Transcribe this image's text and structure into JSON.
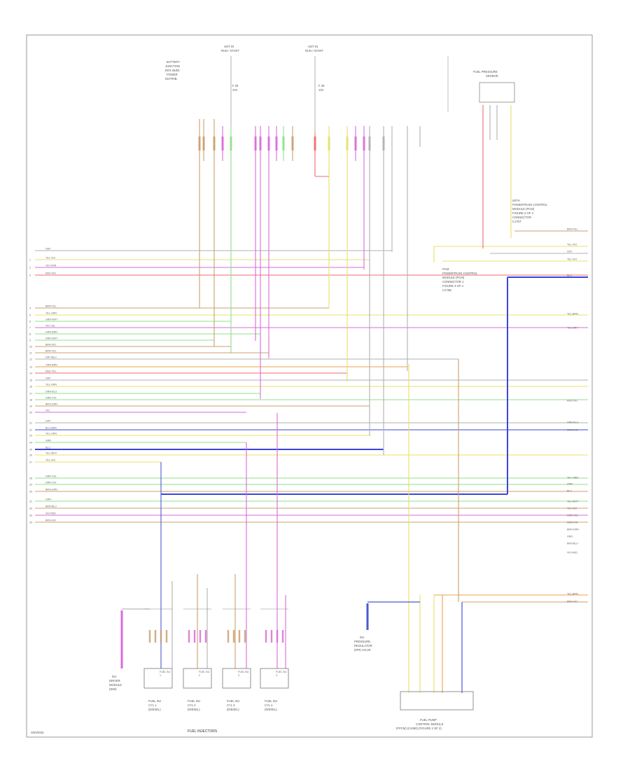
{
  "diagram": {
    "code": "SW10023",
    "top_labels": {
      "hot_left": [
        "HOT IN",
        "RUN / START"
      ],
      "hot_right": [
        "HOT IN",
        "RUN / START"
      ],
      "relay_note": [
        "BATTERY",
        "JUNCTION",
        "BOX (BJB)",
        "POWER",
        "DISTRIB."
      ],
      "fuel_pressure_sensor": [
        "FUEL PRESSURE",
        "SENSOR"
      ],
      "fuse_left": [
        "F 25",
        "10A"
      ],
      "fuse_right": [
        "F 26",
        "10A"
      ]
    },
    "notes": {
      "pcm_note": [
        "WITH",
        "POWERTRAIN CONTROL",
        "MODULE (PCM)",
        "FIGURE 2 OF 4",
        "CONNECTOR",
        "C175T"
      ],
      "pcm_note_2": [
        "PCM",
        "POWERTRAIN CONTROL",
        "MODULE (PCM)",
        "CONNECTOR 1",
        "FIGURE 3 OF 4",
        "C175B"
      ]
    },
    "left_wires": [
      {
        "num": "",
        "label": "GRY"
      },
      {
        "num": "1",
        "label": "YEL-VIO"
      },
      {
        "num": "2",
        "label": "VIO-GRN"
      },
      {
        "num": "3",
        "label": "RED-VIO"
      },
      {
        "num": "4",
        "label": "BRN-YEL"
      },
      {
        "num": "5",
        "label": "YEL-GRN"
      },
      {
        "num": "6",
        "label": "GRN-WHT"
      },
      {
        "num": "7",
        "label": "VIO-YEL"
      },
      {
        "num": "8",
        "label": "GRN-BRN"
      },
      {
        "num": "9",
        "label": "GRN-WHT"
      },
      {
        "num": "10",
        "label": "BRN-VIO"
      },
      {
        "num": "11",
        "label": "BRN-YEL"
      },
      {
        "num": "12",
        "label": "GRY-BLU"
      },
      {
        "num": "13",
        "label": "ORN-BRN"
      },
      {
        "num": "14",
        "label": "RED-YEL"
      },
      {
        "num": "15",
        "label": "GRY"
      },
      {
        "num": "16",
        "label": "YEL-GRN"
      },
      {
        "num": "17",
        "label": "GRN-BLU"
      },
      {
        "num": "18",
        "label": "GRN-VIO"
      },
      {
        "num": "19",
        "label": "BRN-GRN"
      },
      {
        "num": "20",
        "label": "VIO"
      },
      {
        "num": "21",
        "label": "GRY"
      },
      {
        "num": "22",
        "label": "BLU-BRN"
      },
      {
        "num": "23",
        "label": "YEL-GRN"
      },
      {
        "num": "24",
        "label": "GRN"
      },
      {
        "num": "25",
        "label": "BLU"
      },
      {
        "num": "26",
        "label": "YEL-WHT"
      },
      {
        "num": "27",
        "label": "YEL-VIO"
      },
      {
        "num": "28",
        "label": "GRN-YEL"
      },
      {
        "num": "29",
        "label": "GRN-VIO"
      },
      {
        "num": "30",
        "label": "BRN-GRN"
      },
      {
        "num": "31",
        "label": "GRN"
      },
      {
        "num": "32",
        "label": "BRN-BLU"
      },
      {
        "num": "33",
        "label": "VIO-RED"
      },
      {
        "num": "34",
        "label": "BRN-VIO"
      }
    ],
    "right_wires": [
      {
        "label": "BRN-YEL"
      },
      {
        "label": "YEL-VIO"
      },
      {
        "label": "GRY"
      },
      {
        "label": "YEL-VIO"
      },
      {
        "label": "BLU"
      },
      {
        "label": "YEL-BRN"
      },
      {
        "label": "YEL-GRY"
      },
      {
        "label": "RED-YEL"
      },
      {
        "label": "GRN-BLU"
      },
      {
        "label": "GRN-VIO"
      },
      {
        "label": "YEL-GRN"
      },
      {
        "label": "GRN"
      },
      {
        "label": "BLU"
      },
      {
        "label": "YEL-WHT"
      },
      {
        "label": "YEL-VIO"
      },
      {
        "label": "GRN-YEL"
      },
      {
        "label": "GRN-VIO"
      },
      {
        "label": "BRN-GRN"
      },
      {
        "label": "GRN"
      },
      {
        "label": "BRN-BLU"
      },
      {
        "label": "VIO-RED"
      },
      {
        "label": "YEL-BRN"
      },
      {
        "label": "BRN-VIO"
      }
    ],
    "injectors": [
      {
        "title": [
          "FUEL INJ",
          "1"
        ],
        "caption": [
          "FUEL INJ",
          "CYL 1",
          "(DIESEL)"
        ]
      },
      {
        "title": [
          "FUEL INJ",
          "2"
        ],
        "caption": [
          "FUEL INJ",
          "CYL 2",
          "(DIESEL)"
        ]
      },
      {
        "title": [
          "FUEL INJ",
          "3"
        ],
        "caption": [
          "FUEL INJ",
          "CYL 3",
          "(DIESEL)"
        ]
      },
      {
        "title": [
          "FUEL INJ",
          "4"
        ],
        "caption": [
          "FUEL INJ",
          "CYL 4",
          "(DIESEL)"
        ]
      }
    ],
    "bottom_labels": {
      "left_component": [
        "INJ",
        "DRIVER",
        "MODULE",
        "(IDM)"
      ],
      "injectors_caption": "FUEL INJECTORS",
      "mid_component": [
        "INJ",
        "PRESSURE",
        "REGULATOR",
        "(IPR) VALVE"
      ],
      "pump_title": [
        "FUEL PUMP",
        "CONTROL MODULE"
      ],
      "pump_caption": "(FPCM) (C4280) (FIGURE 2 OF 2)"
    }
  }
}
